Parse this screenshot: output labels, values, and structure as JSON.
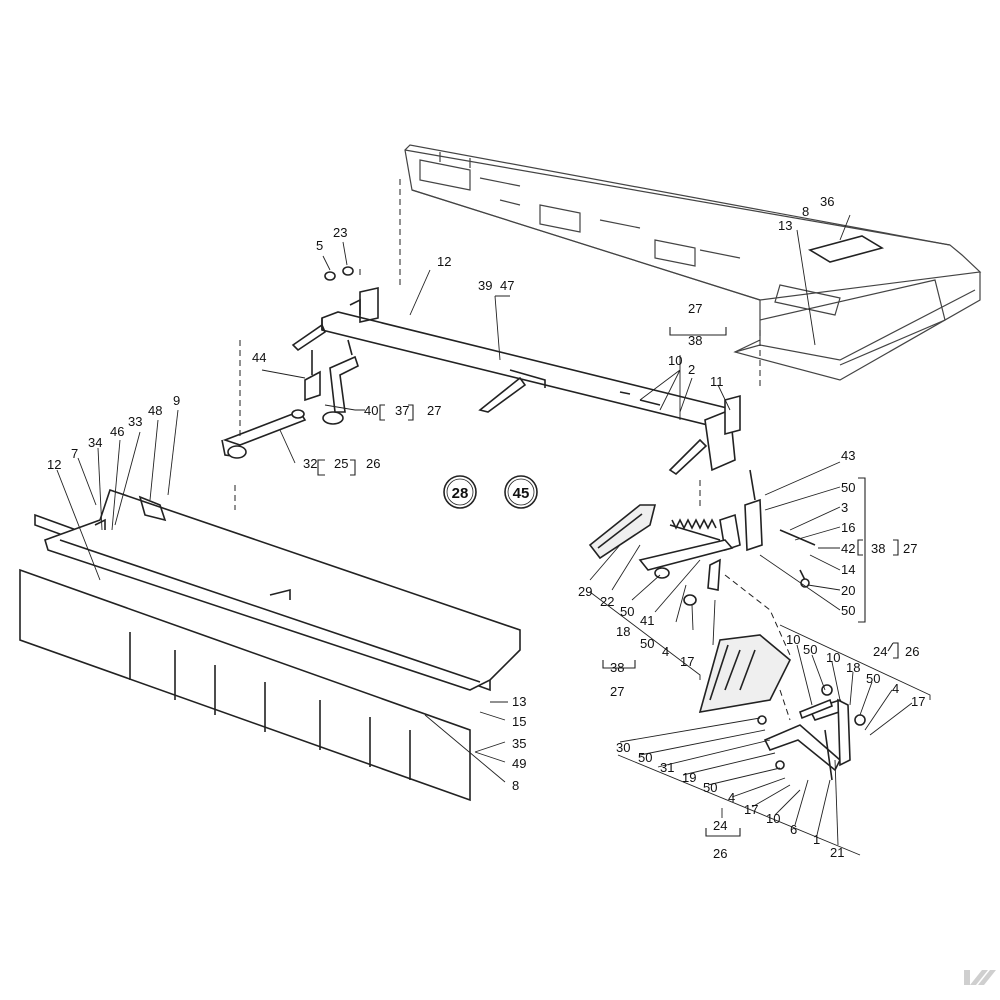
{
  "labels": {
    "l5": "5",
    "l23": "23",
    "l12a": "12",
    "l39": "39",
    "l47": "47",
    "l13a": "13",
    "l8a": "8",
    "l36": "36",
    "l27a": "27",
    "l38a": "38",
    "l10a": "10",
    "l2": "2",
    "l11": "11",
    "l44": "44",
    "l40": "40",
    "l37": "37",
    "l27b": "27",
    "l32": "32",
    "l25a": "25",
    "l26a": "26",
    "l9": "9",
    "l48": "48",
    "l33": "33",
    "l46": "46",
    "l34": "34",
    "l7": "7",
    "l12b": "12",
    "l43": "43",
    "l50a": "50",
    "l3": "3",
    "l16": "16",
    "l42": "42",
    "l38b": "38",
    "l27c": "27",
    "l14": "14",
    "l20": "20",
    "l50b": "50",
    "l29": "29",
    "l22": "22",
    "l50c": "50",
    "l41": "41",
    "l18a": "18",
    "l50d": "50",
    "l4a": "4",
    "l17a": "17",
    "l38c": "38",
    "l27d": "27",
    "l10b": "10",
    "l50e": "50",
    "l10c": "10",
    "l18b": "18",
    "l24a": "24",
    "l26b": "26",
    "l50f": "50",
    "l4b": "4",
    "l17b": "17",
    "l13b": "13",
    "l15": "15",
    "l35": "35",
    "l49": "49",
    "l8b": "8",
    "l30": "30",
    "l50g": "50",
    "l31": "31",
    "l19": "19",
    "l50h": "50",
    "l4c": "4",
    "l17c": "17",
    "l10d": "10",
    "l6": "6",
    "l1": "1",
    "l21": "21",
    "l24b": "24",
    "l26c": "26"
  },
  "circled": {
    "c28": "28",
    "c45": "45"
  }
}
